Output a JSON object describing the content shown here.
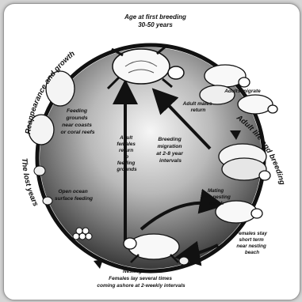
{
  "title": "Age at first breeding",
  "subtitle": "30-50 years",
  "stage_labels": {
    "reappearance": "Reappearance and growth",
    "adult_life": "Adult life and breeding",
    "lost_years": "The lost years"
  },
  "notes": {
    "adults_migrate": "Adults migrate",
    "adult_males_return": [
      "Adult males",
      "return"
    ],
    "feeding_grounds": [
      "Feeding",
      "grounds",
      "near coasts",
      "or coral reefs"
    ],
    "adult_females_return": [
      "Adult",
      "females",
      "return",
      "to",
      "feeding",
      "grounds"
    ],
    "breeding_migration": [
      "Breeding",
      "migration",
      "at 2-8 year",
      "intervals"
    ],
    "mating": [
      "Mating",
      "near nesting",
      "beach"
    ],
    "open_ocean": [
      "Open ocean",
      "surface feeding"
    ],
    "females_stay": [
      "Females stay",
      "short term",
      "near nesting",
      "beach"
    ],
    "nesting_beach": [
      "Nesting beach",
      "Females lay several times",
      "coming ashore at 2-weekly intervals"
    ]
  },
  "colors": {
    "ring": "#111111",
    "center_light": "#f4f4f4",
    "center_dark": "#3c3c3c",
    "frame_bg": "#d6d6d6"
  },
  "icons": [
    "turtle-illustration",
    "egg-cluster",
    "hatchling",
    "arrow"
  ]
}
